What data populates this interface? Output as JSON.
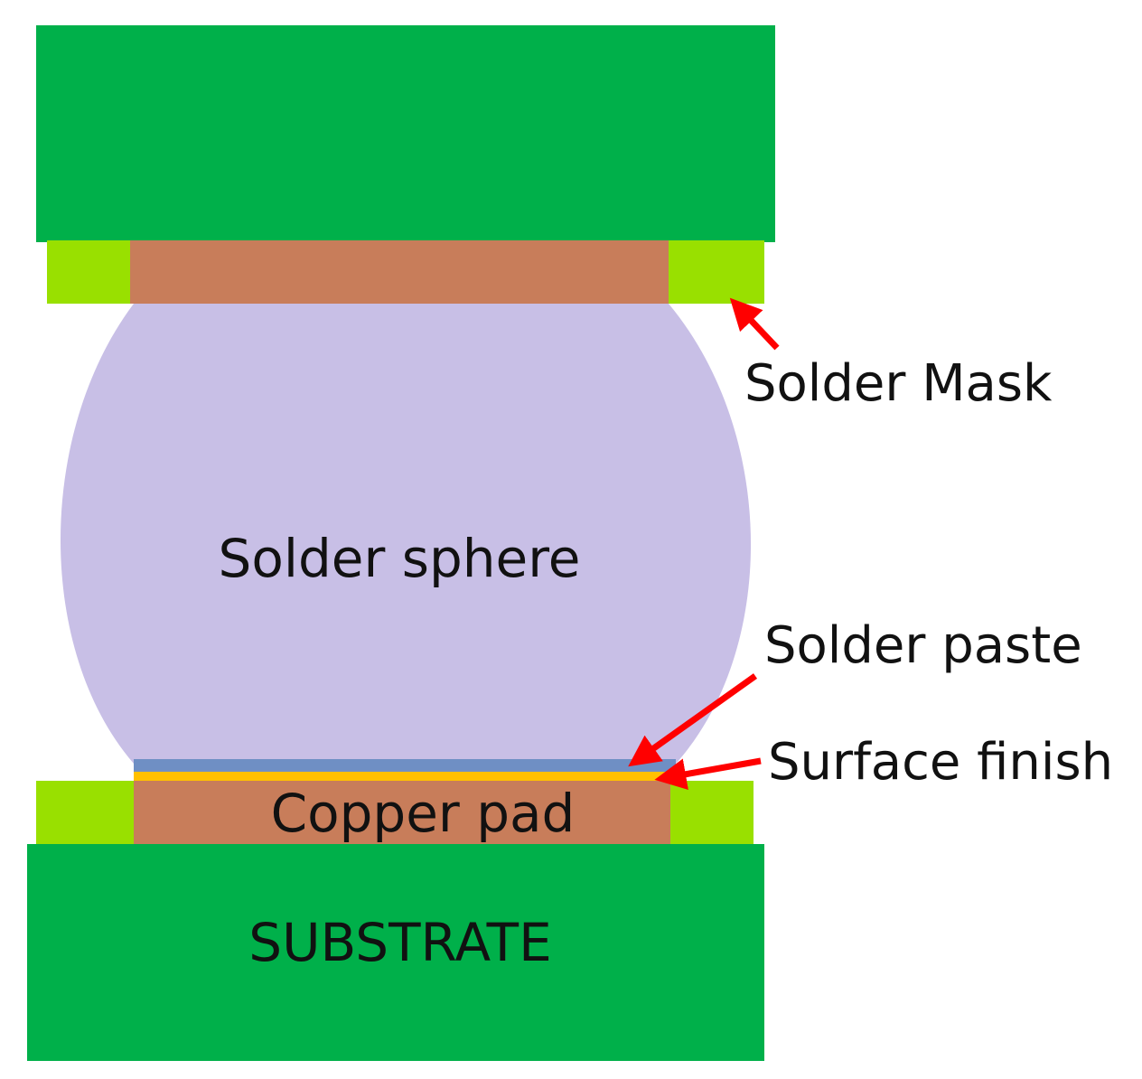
{
  "labels": {
    "solder_mask": "Solder Mask",
    "solder_sphere": "Solder sphere",
    "solder_paste": "Solder paste",
    "surface_finish": "Surface finish",
    "copper_pad": "Copper pad",
    "substrate": "SUBSTRATE"
  },
  "colors": {
    "substrate": "#00b04a",
    "solder_mask": "#99e000",
    "copper": "#c87d5a",
    "solder_sphere": "#c8bfe6",
    "solder_paste": "#6f8fc4",
    "surface_finish": "#ffc000",
    "arrow": "#ff0000",
    "text": "#111111"
  }
}
